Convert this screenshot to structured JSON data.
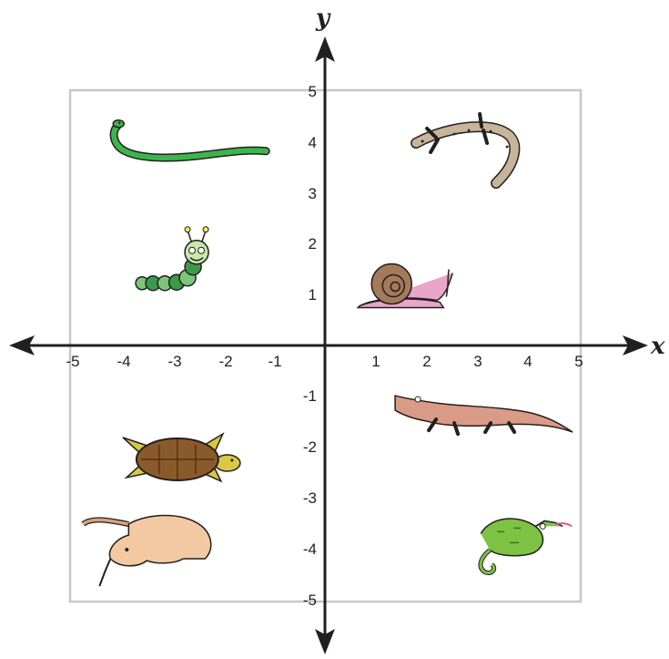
{
  "axes": {
    "x_label": "x",
    "y_label": "y",
    "x_ticks": [
      "-5",
      "-4",
      "-3",
      "-2",
      "-1",
      "1",
      "2",
      "3",
      "4",
      "5"
    ],
    "y_ticks": [
      "5",
      "4",
      "3",
      "2",
      "1",
      "-1",
      "-2",
      "-3",
      "-4",
      "-5"
    ],
    "range": [
      -5,
      5
    ]
  },
  "colors": {
    "axis": "#231f20",
    "frame": "#c8c8c8",
    "snake": "#3cb54a",
    "caterpillar": "#7cc67a",
    "lizard": "#c8b49a",
    "snail_shell": "#a57a5a",
    "snail_body": "#e9a6c8",
    "crocodile": "#d99b85",
    "turtle_shell": "#8b5a2b",
    "turtle_skin": "#d8c845",
    "opossum": "#f2c9a0",
    "chameleon": "#7dc242"
  },
  "animals": [
    {
      "icon": "snake-icon",
      "x": -2.5,
      "y": 3.6
    },
    {
      "icon": "lizard-icon",
      "x": 2.9,
      "y": 3.9
    },
    {
      "icon": "caterpillar-icon",
      "x": -2.7,
      "y": 1.4
    },
    {
      "icon": "snail-icon",
      "x": 1.4,
      "y": 1.1
    },
    {
      "icon": "crocodile-icon",
      "x": 2.9,
      "y": -1.2
    },
    {
      "icon": "turtle-icon",
      "x": -2.9,
      "y": -2.2
    },
    {
      "icon": "opossum-icon",
      "x": -3.5,
      "y": -3.9
    },
    {
      "icon": "chameleon-icon",
      "x": 3.6,
      "y": -3.8
    }
  ]
}
